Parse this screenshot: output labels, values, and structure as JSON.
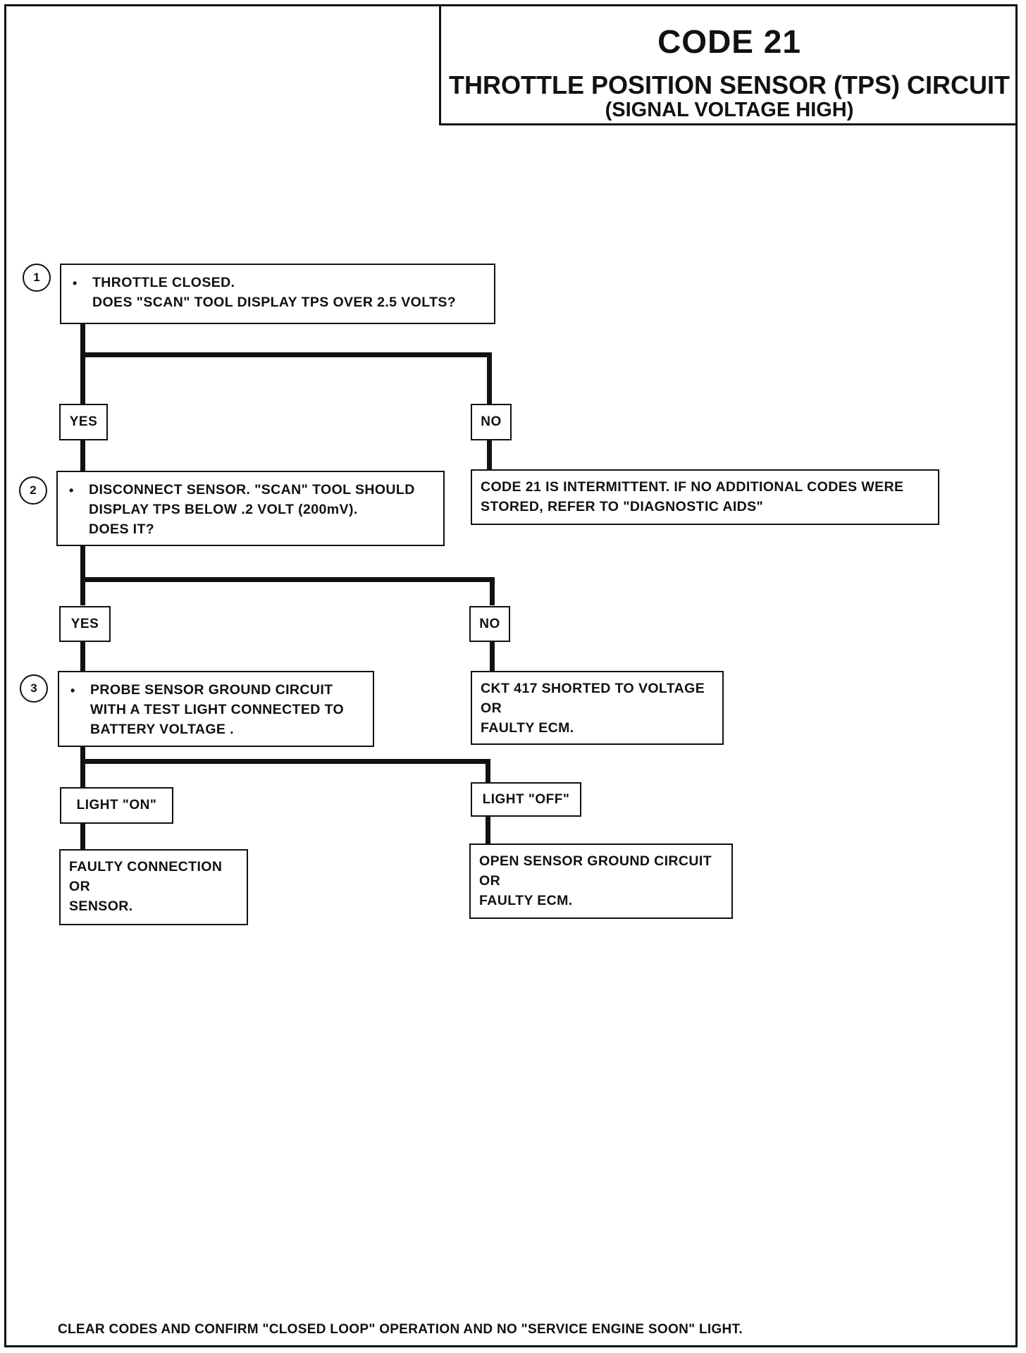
{
  "title": {
    "code": "CODE 21",
    "main": "THROTTLE POSITION SENSOR (TPS) CIRCUIT",
    "sub": "(SIGNAL VOLTAGE HIGH)"
  },
  "steps": [
    {
      "number": "1",
      "bullet": "•",
      "lines": [
        "THROTTLE CLOSED.",
        "DOES \"SCAN\" TOOL DISPLAY TPS OVER 2.5 VOLTS?"
      ]
    },
    {
      "number": "2",
      "bullet": "•",
      "lines": [
        "DISCONNECT SENSOR. \"SCAN\" TOOL SHOULD",
        "DISPLAY TPS BELOW .2 VOLT (200mV).",
        "DOES IT?"
      ]
    },
    {
      "number": "3",
      "bullet": "•",
      "lines": [
        "PROBE SENSOR GROUND CIRCUIT",
        "WITH A TEST LIGHT CONNECTED TO",
        "BATTERY VOLTAGE ."
      ]
    }
  ],
  "branch_labels": {
    "yes_1": "YES",
    "no_1": "NO",
    "yes_2": "YES",
    "no_2": "NO",
    "light_on": "LIGHT \"ON\"",
    "light_off": "LIGHT \"OFF\""
  },
  "results": {
    "intermittent": [
      "CODE 21 IS INTERMITTENT.  IF NO ADDITIONAL CODES WERE",
      "STORED, REFER TO  \"DIAGNOSTIC AIDS\""
    ],
    "shorted": [
      "CKT 417 SHORTED TO VOLTAGE",
      "OR",
      "FAULTY ECM."
    ],
    "faulty_connection": [
      "FAULTY CONNECTION",
      "OR",
      "SENSOR."
    ],
    "open_ground": [
      "OPEN SENSOR GROUND CIRCUIT",
      "OR",
      "FAULTY ECM."
    ]
  },
  "footer": "CLEAR CODES AND CONFIRM \"CLOSED LOOP\"  OPERATION AND NO \"SERVICE ENGINE SOON\" LIGHT."
}
